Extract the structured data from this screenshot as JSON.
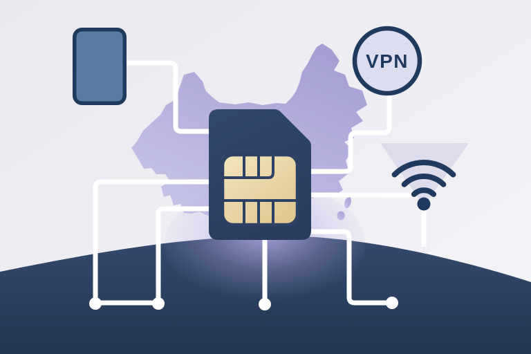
{
  "badge": {
    "label": "VPN"
  },
  "scene": {
    "nodes": [
      "phone-icon",
      "sim-card-icon",
      "vpn-badge",
      "wifi-icon",
      "china-map",
      "globe-horizon",
      "connector-network-dots"
    ]
  },
  "colors": {
    "background_start": "#e9e9ef",
    "background_end": "#f3f3f8",
    "map_start": "#a49ed3",
    "map_end": "#c8c5e8",
    "horizon_start": "#35496d",
    "horizon_end": "#223650",
    "navy": "#1f3a5e",
    "card_start": "#33486d",
    "card_end": "#293d5e",
    "chip_line": "#2d4164",
    "chip_start": "#f3e6bd",
    "chip_end": "#dfc791",
    "phone_fill": "#5a7ca3",
    "vpn_fill": "#dcddee",
    "beam_fill": "#d9d9ec",
    "connector": "#ffffff",
    "glow": "#b3ace4"
  }
}
